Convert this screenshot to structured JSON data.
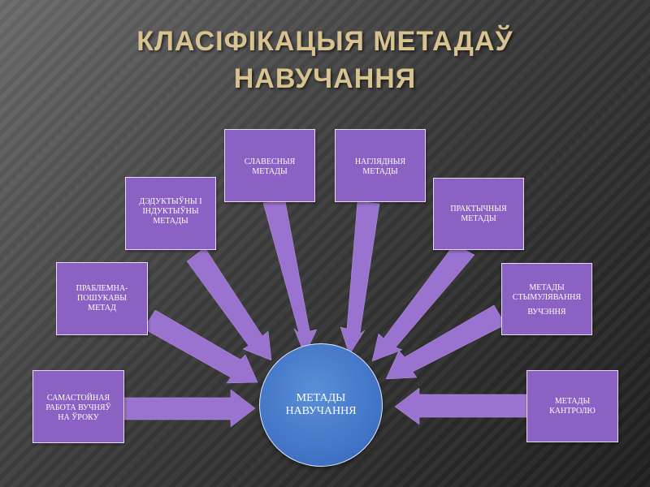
{
  "slide": {
    "title_line1": "КЛАСІФІКАЦЫЯ МЕТАДАЎ",
    "title_line2": "НАВУЧАННЯ"
  },
  "diagram": {
    "center": {
      "line1": "МЕТАДЫ",
      "line2": "НАВУЧАННЯ"
    },
    "nodes": [
      {
        "id": "samastoynaya",
        "line1": "САМАСТОЙНАЯ",
        "line2": "РАБОТА ВУЧНЯЎ",
        "line3": "НА ЎРОКУ"
      },
      {
        "id": "prablemna",
        "line1": "ПРАБЛЕМНА-",
        "line2": "ПОШУКАВЫ",
        "line3": "МЕТАД"
      },
      {
        "id": "dedukcyjnyja",
        "line1": "ДЭДУКТЫЎНЫ І",
        "line2": "ІНДУКТЫЎНЫ",
        "line3": "МЕТАДЫ"
      },
      {
        "id": "slavesnyja",
        "line1": "СЛАВЕСНЫЯ",
        "line2": "МЕТАДЫ"
      },
      {
        "id": "nagljadnyja",
        "line1": "НАГЛЯДНЫЯ",
        "line2": "МЕТАДЫ"
      },
      {
        "id": "praktychnyja",
        "line1": "ПРАКТЫЧНЫЯ",
        "line2": "МЕТАДЫ"
      },
      {
        "id": "stymuljavannja",
        "line1": "МЕТАДЫ",
        "line2": "СТЫМУЛЯВАННЯ",
        "line3": "ВУЧЭННЯ"
      },
      {
        "id": "kantrolju",
        "line1": "МЕТАДЫ",
        "line2": "КАНТРОЛЮ"
      }
    ]
  },
  "colors": {
    "title": "#d8c28f",
    "box_fill": "#8b61c3",
    "arrow_fill": "#9a72cf",
    "center_fill": "#3f72c4"
  }
}
